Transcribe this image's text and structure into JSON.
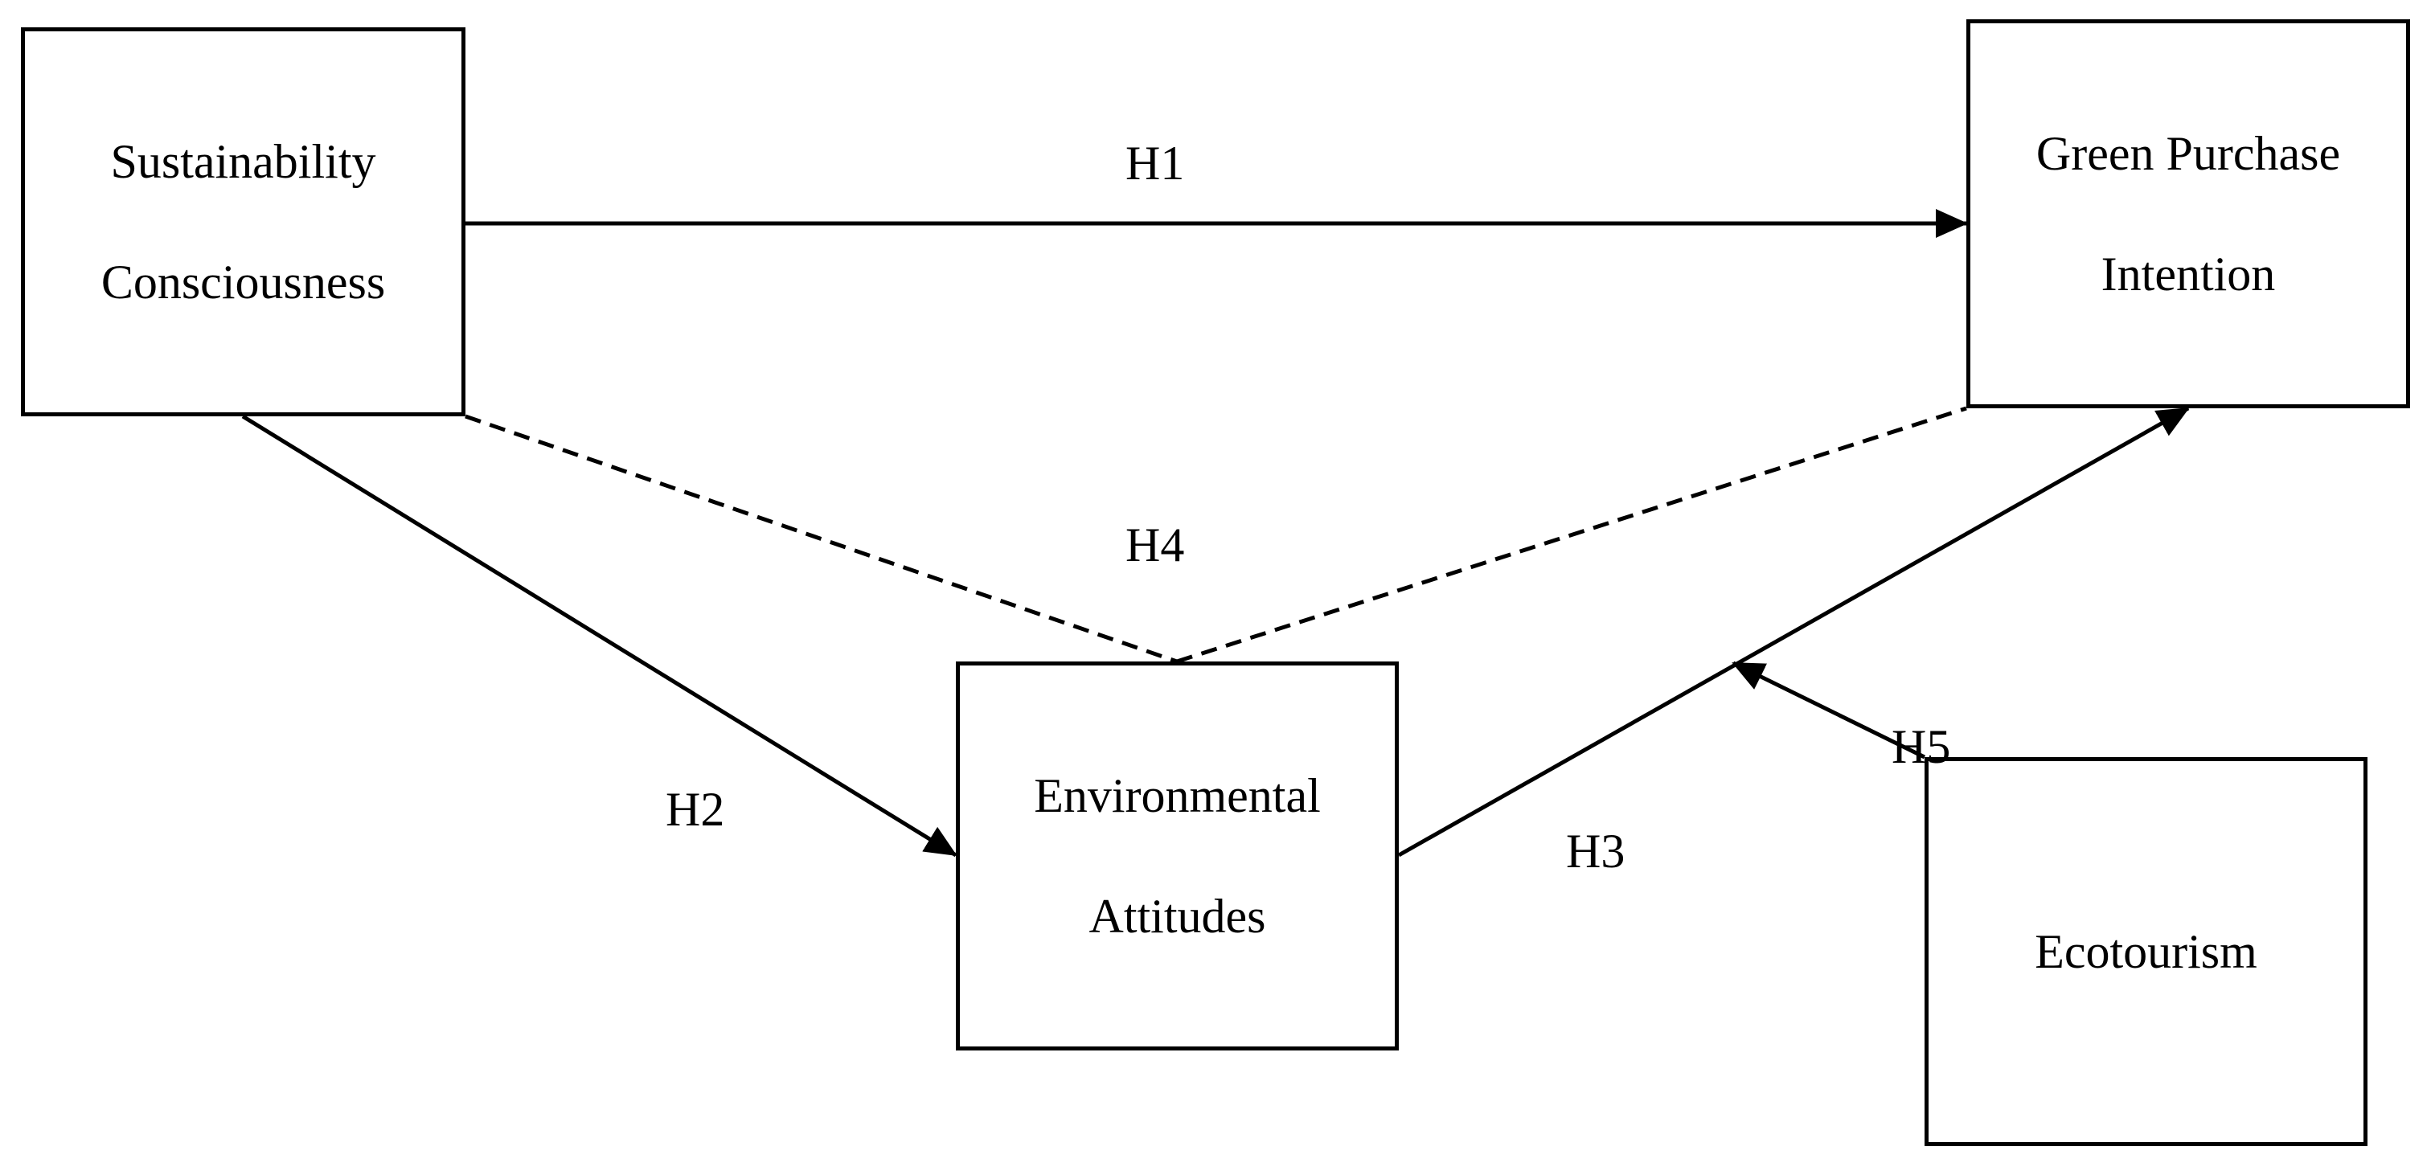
{
  "nodes": {
    "sustainability_consciousness": "Sustainability\nConsciousness",
    "green_purchase_intention": "Green Purchase\nIntention",
    "environmental_attitudes": "Environmental\nAttitudes",
    "ecotourism": "Ecotourism"
  },
  "paths": {
    "h1": "H1",
    "h2": "H2",
    "h3": "H3",
    "h4": "H4",
    "h5": "H5"
  },
  "colors": {
    "line": "#000000",
    "background": "#ffffff"
  }
}
